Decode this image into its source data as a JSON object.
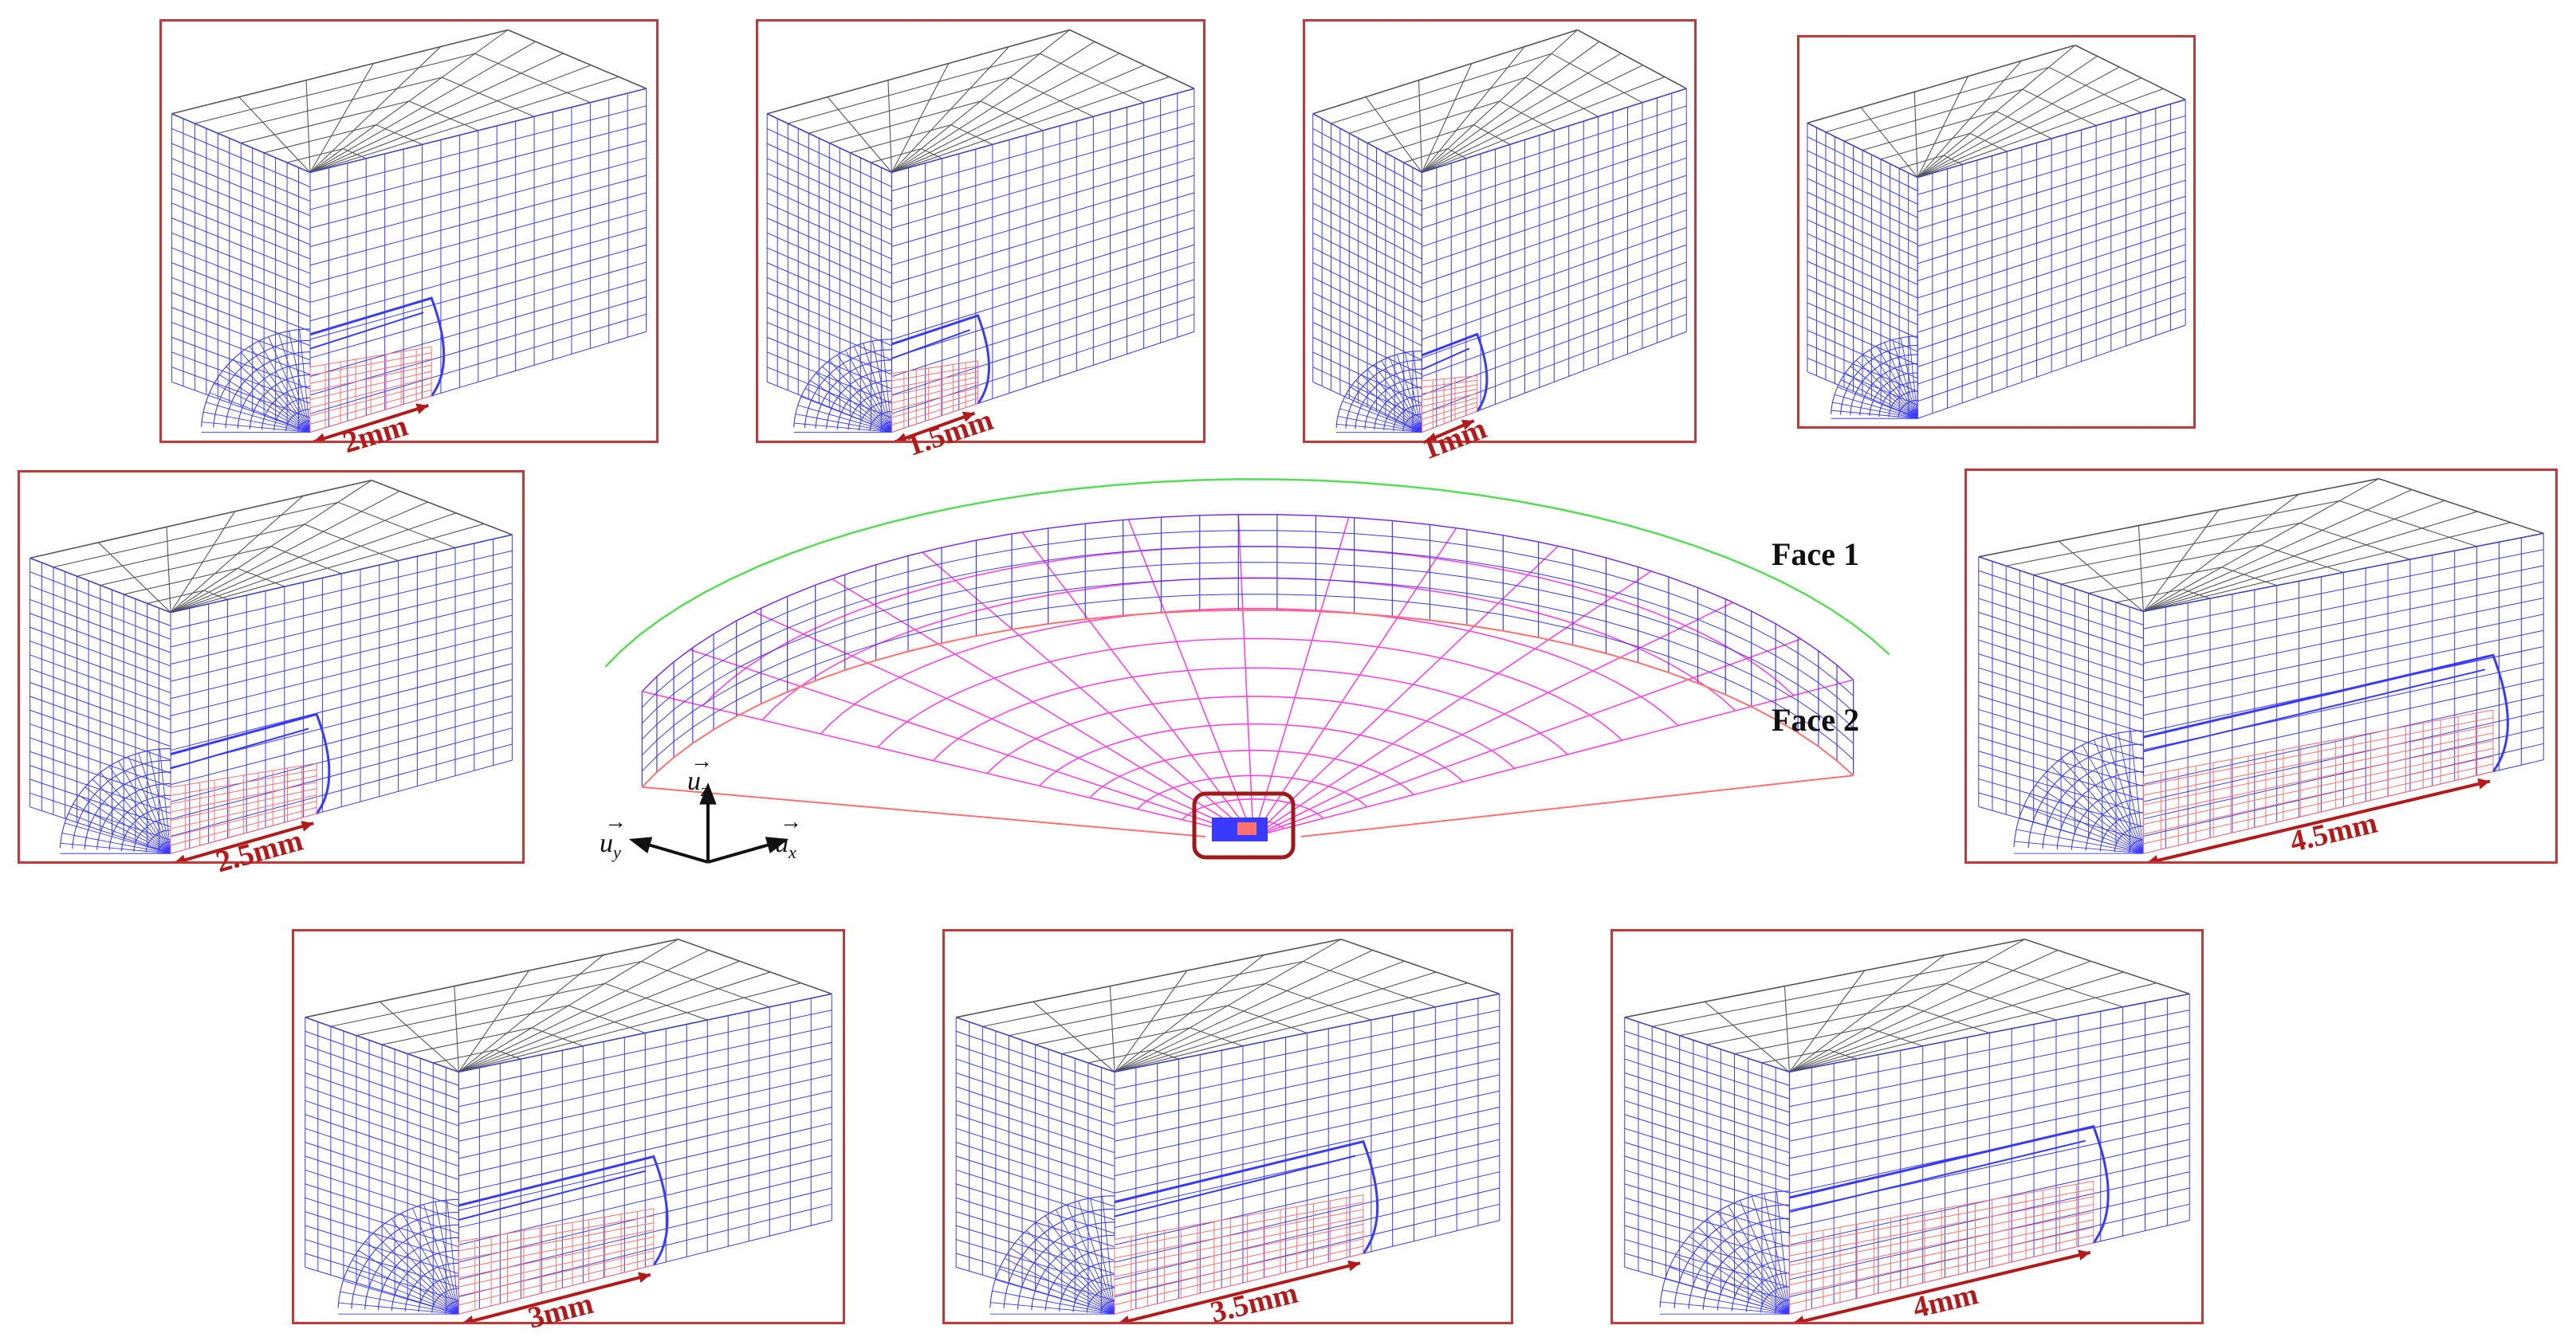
{
  "panels": [
    {
      "id": "p2",
      "dim": "2mm",
      "crack": 0.38
    },
    {
      "id": "p15",
      "dim": "1.5mm",
      "crack": 0.3
    },
    {
      "id": "p1",
      "dim": "1mm",
      "crack": 0.22
    },
    {
      "id": "p0",
      "dim": "",
      "crack": 0.0
    },
    {
      "id": "p25",
      "dim": "2.5mm",
      "crack": 0.45
    },
    {
      "id": "p45",
      "dim": "4.5mm",
      "crack": 0.92
    },
    {
      "id": "p3",
      "dim": "3mm",
      "crack": 0.55
    },
    {
      "id": "p35",
      "dim": "3.5mm",
      "crack": 0.68
    },
    {
      "id": "p4",
      "dim": "4mm",
      "crack": 0.8
    }
  ],
  "faces": {
    "face1": "Face 1",
    "face2": "Face 2"
  },
  "axes": {
    "z": "u",
    "z_sub": "z",
    "y": "u",
    "y_sub": "y",
    "x": "u",
    "x_sub": "x",
    "vec_arrow": "→"
  },
  "colors": {
    "frame": "#c0393b",
    "mesh_blue": "#3a3aff",
    "mesh_gray": "#555555",
    "mesh_red": "#ff7070",
    "mesh_magenta": "#ff44dd",
    "mesh_green": "#55dd55",
    "dim_red": "#b31b1b"
  }
}
